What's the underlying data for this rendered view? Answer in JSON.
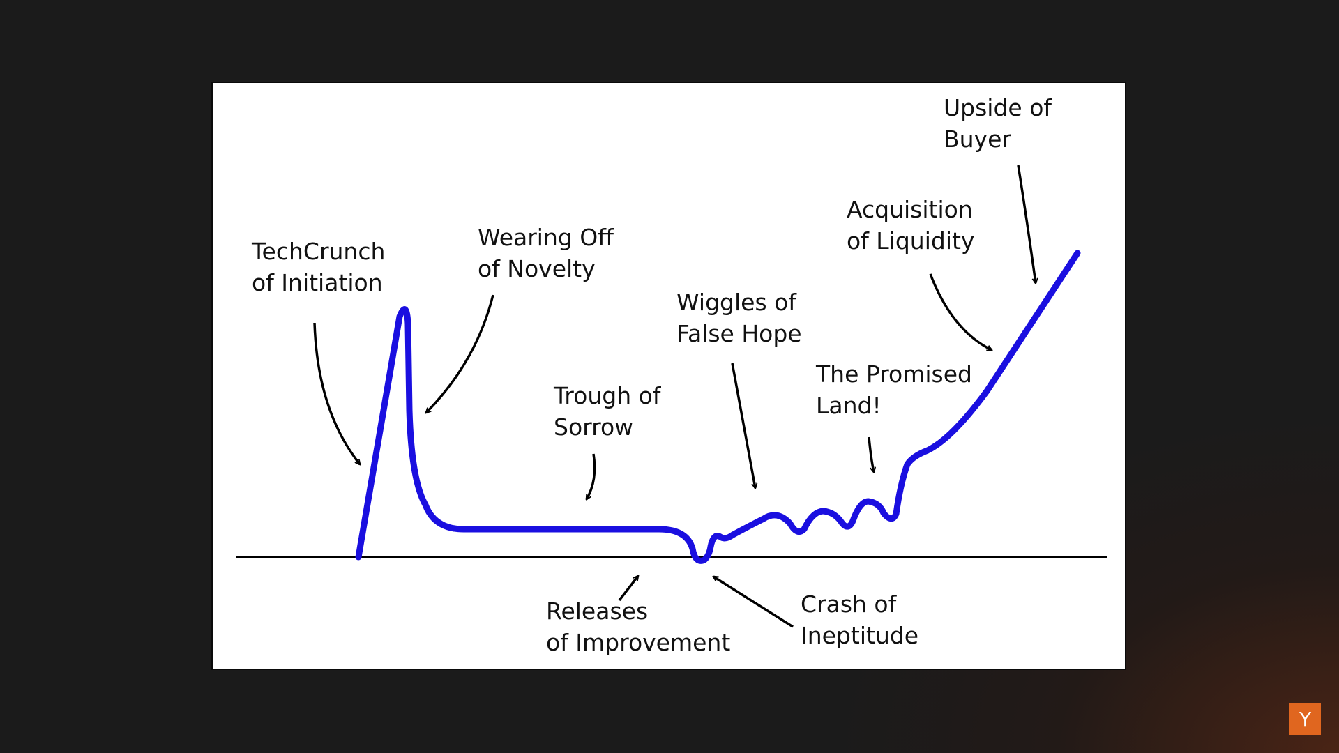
{
  "diagram": {
    "labels": {
      "techcrunch": [
        "TechCrunch",
        "of Initiation"
      ],
      "novelty": [
        "Wearing Off",
        "of Novelty"
      ],
      "trough": [
        "Trough of",
        "Sorrow"
      ],
      "wiggles": [
        "Wiggles of",
        "False Hope"
      ],
      "promised": [
        "The Promised",
        "Land!"
      ],
      "acquisition": [
        "Acquisition",
        "of Liquidity"
      ],
      "upside": [
        "Upside of",
        "Buyer"
      ],
      "releases": [
        "Releases",
        "of Improvement"
      ],
      "crash": [
        "Crash of",
        "Ineptitude"
      ]
    },
    "colors": {
      "curve": "#1a0fe0",
      "baseline": "#000000",
      "arrows": "#000000",
      "slide_bg": "#ffffff",
      "page_bg": "#1b1b1b",
      "logo_bg": "#e0661f"
    }
  },
  "branding": {
    "logo_letter": "Y",
    "logo_bg": "#e0661f"
  }
}
